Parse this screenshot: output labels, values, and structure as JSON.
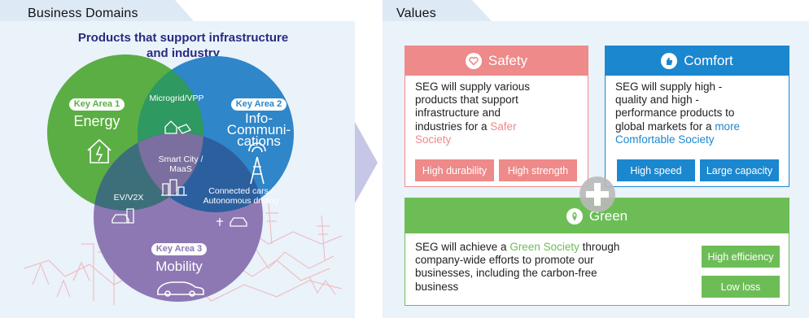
{
  "business": {
    "title": "Business Domains",
    "subtitle_line1": "Products that support infrastructure",
    "subtitle_line2": "and industry",
    "energy": {
      "badge": "Key Area 1",
      "name": "Energy",
      "icon": "house-lightning-icon"
    },
    "info": {
      "badge": "Key Area 2",
      "name_line1": "Info-",
      "name_line2": "Communi-",
      "name_line3": "cations",
      "icon": "antenna-tower-icon"
    },
    "mobility": {
      "badge": "Key Area 3",
      "name": "Mobility",
      "icon": "car-icon"
    },
    "microgrid": "Microgrid/VPP",
    "smartcity_line1": "Smart City /",
    "smartcity_line2": "MaaS",
    "ev": "EV/V2X",
    "connected_line1": "Connected cars /",
    "connected_line2": "Autonomous driving",
    "colors": {
      "energy": "#5aae43",
      "info": "#2f86c9",
      "mobility": "#8d78b4",
      "overlap": "#2e7d62"
    }
  },
  "values": {
    "title": "Values",
    "safety": {
      "title": "Safety",
      "icon": "heart-icon",
      "line1": "SEG will supply various",
      "line2": "products that support",
      "line3": "infrastructure and",
      "line4": "industries for a ",
      "hl1": "Safer",
      "hl2": "Society",
      "tags": [
        "High durability",
        "High strength"
      ],
      "color": "#ee8a8a"
    },
    "comfort": {
      "title": "Comfort",
      "icon": "thumbs-up-icon",
      "line1": "SEG will supply high -",
      "line2": "quality and high -",
      "line3": "performance products to",
      "line4": "global markets for a ",
      "hl1": "more",
      "hl2": "Comfortable Society",
      "tags": [
        "High speed",
        "Large capacity"
      ],
      "color": "#1b87cf"
    },
    "green": {
      "title": "Green",
      "icon": "leaf-icon",
      "line1a": "SEG will achieve a ",
      "hl": "Green Society",
      "line1b": " through",
      "line2": "company-wide efforts to promote our",
      "line3": "businesses, including the carbon-free",
      "line4": "business",
      "tags": [
        "High efficiency",
        "Low loss"
      ],
      "color": "#6dbd57"
    },
    "plus_icon": "plus-icon"
  }
}
